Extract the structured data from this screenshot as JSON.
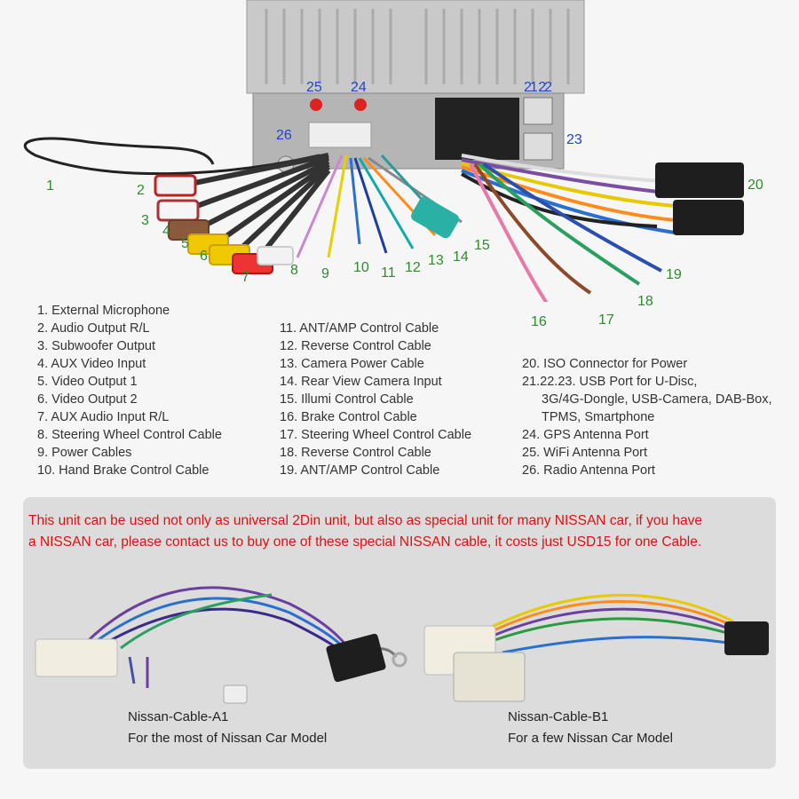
{
  "callouts": {
    "c1": "1",
    "c2": "2",
    "c3": "3",
    "c4": "4",
    "c5": "5",
    "c6": "6",
    "c7": "7",
    "c8": "8",
    "c9": "9",
    "c10": "10",
    "c11": "11",
    "c12": "12",
    "c13": "13",
    "c14": "14",
    "c15": "15",
    "c16": "16",
    "c17": "17",
    "c18": "18",
    "c19": "19",
    "c20": "20",
    "c2122": "21 22",
    "c23": "23",
    "c24": "24",
    "c25": "25",
    "c26": "26"
  },
  "legend": {
    "col1": [
      "1. External Microphone",
      "2. Audio Output R/L",
      "3. Subwoofer Output",
      "4. AUX Video Input",
      "5. Video Output 1",
      "6. Video Output 2",
      "7. AUX Audio Input R/L",
      "8. Steering Wheel Control Cable",
      "9. Power Cables",
      "10. Hand Brake Control Cable"
    ],
    "col2": [
      "11. ANT/AMP Control Cable",
      "12. Reverse Control Cable",
      "13. Camera Power Cable",
      "14. Rear View Camera Input",
      "15. Illumi Control Cable",
      "16. Brake Control Cable",
      "17. Steering Wheel Control Cable",
      "18. Reverse Control Cable",
      "19. ANT/AMP Control Cable"
    ],
    "col3": [
      "20. ISO Connector for Power",
      "21.22.23. USB Port for U-Disc,",
      "3G/4G-Dongle, USB-Camera, DAB-Box,",
      "TPMS, Smartphone",
      "24. GPS Antenna Port",
      "25. WiFi Antenna Port",
      "26. Radio Antenna Port"
    ]
  },
  "promo": {
    "line1": "This unit can be used not only as universal 2Din unit, but also as special unit for many NISSAN car, if you have",
    "line2": "a NISSAN car, please contact us to buy one of these special NISSAN cable, it costs just USD15 for one Cable."
  },
  "cable_a": {
    "name": "Nissan-Cable-A1",
    "desc": "For the most of Nissan Car Model"
  },
  "cable_b": {
    "name": "Nissan-Cable-B1",
    "desc": "For a few Nissan Car Model"
  },
  "colors": {
    "callout_green": "#2e8b2e",
    "callout_blue": "#2244cc",
    "promo_red": "#e01010",
    "panel_bg": "#dcdcdc"
  }
}
